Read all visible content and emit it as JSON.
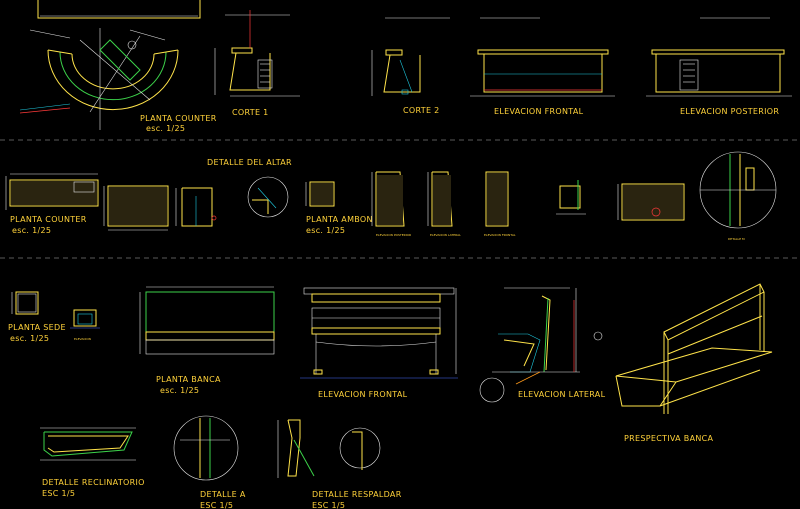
{
  "labels": {
    "planta_counter_top": "PLANTA COUNTER",
    "planta_counter_top_scale": "esc. 1/25",
    "corte1": "CORTE 1",
    "corte2": "CORTE 2",
    "elevacion_frontal_top": "ELEVACION FRONTAL",
    "elevacion_posterior": "ELEVACION POSTERIOR",
    "detalle_altar": "DETALLE DEL ALTAR",
    "planta_counter_mid": "PLANTA COUNTER",
    "planta_counter_mid_scale": "esc. 1/25",
    "planta_ambon": "PLANTA AMBON",
    "planta_ambon_scale": "esc. 1/25",
    "elev_posterior_small": "ELEVACION POSTERIOR",
    "elev_lateral_small": "ELEVACION LATERAL",
    "elev_frontal_small": "ELEVACION FRONTAL",
    "detalle_m": "DETALLE M",
    "planta_sede": "PLANTA SEDE",
    "planta_sede_scale": "esc. 1/25",
    "elevacion_sede": "ELEVACION",
    "planta_banca": "PLANTA BANCA",
    "planta_banca_scale": "esc. 1/25",
    "elevacion_frontal_bot": "ELEVACION FRONTAL",
    "elevacion_lateral": "ELEVACION LATERAL",
    "perspectiva_banca": "PRESPECTIVA BANCA",
    "detalle_reclinatorio": "DETALLE RECLINATORIO",
    "detalle_reclinatorio_scale": "ESC 1/5",
    "detalle_a": "DETALLE A",
    "detalle_a_scale": "ESC 1/5",
    "detalle_respaldar": "DETALLE RESPALDAR",
    "detalle_respaldar_scale": "ESC 1/5"
  }
}
